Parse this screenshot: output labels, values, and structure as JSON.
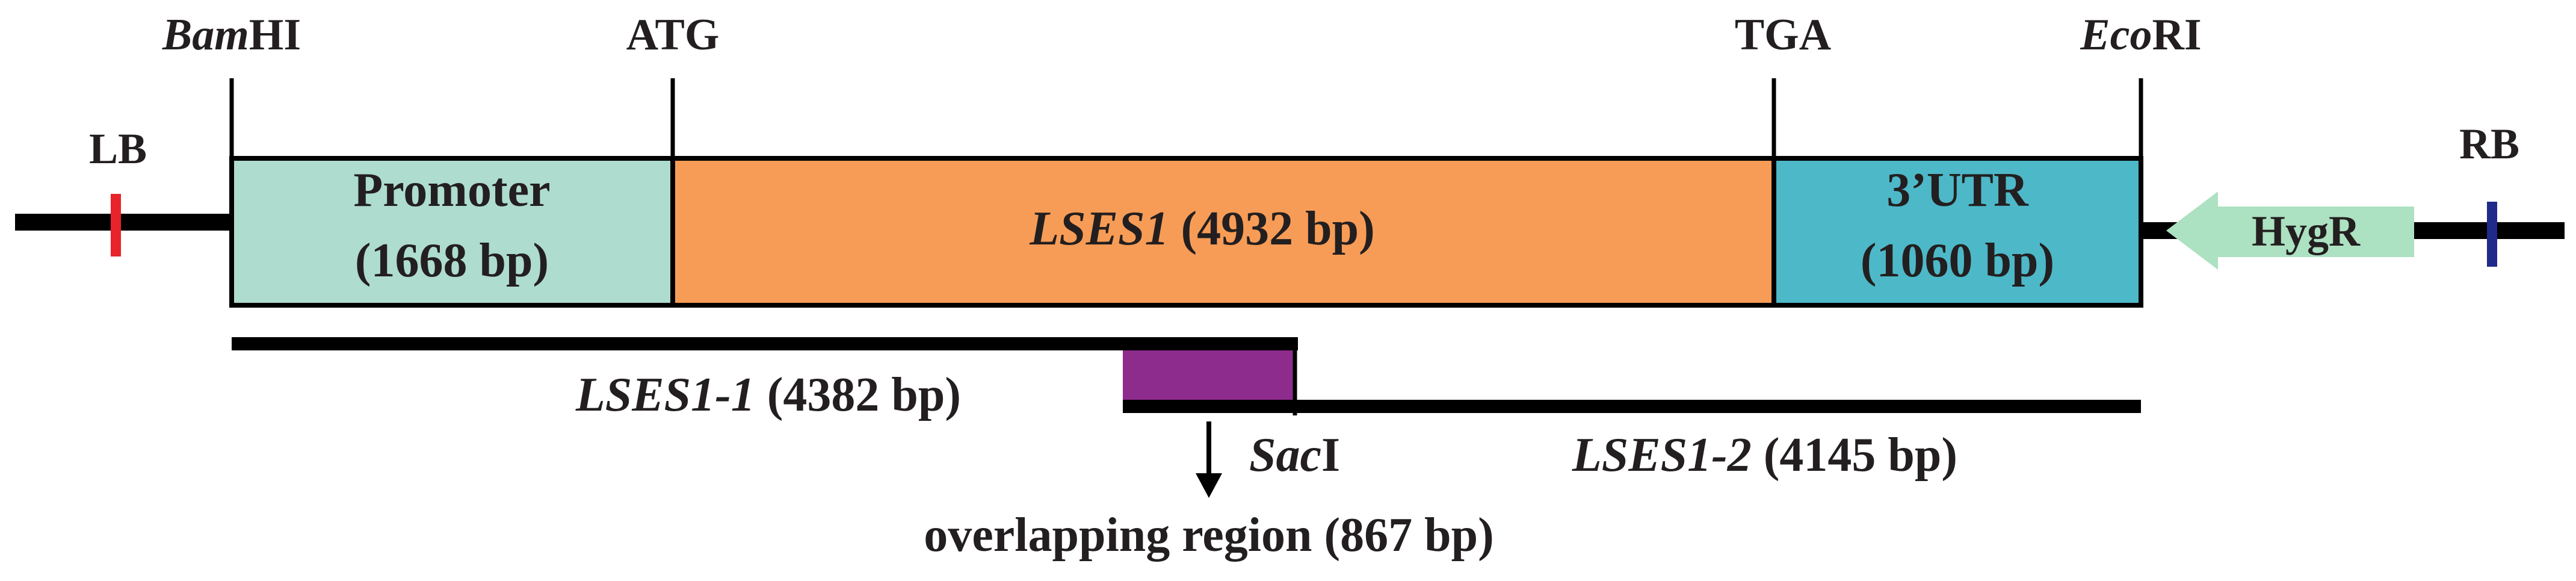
{
  "sites": {
    "bamhi": {
      "italic": "Bam",
      "rest": "HI"
    },
    "atg": "ATG",
    "tga": "TGA",
    "ecori": {
      "italic": "Eco",
      "rest": "RI"
    },
    "saci": {
      "italic": "Sac",
      "rest": "I"
    }
  },
  "borders": {
    "lb": "LB",
    "rb": "RB"
  },
  "regions": {
    "promoter": {
      "label": "Promoter",
      "size": "(1668 bp)",
      "color": "#aedccf"
    },
    "lses1": {
      "name": "LSES1",
      "size": "(4932 bp)",
      "color": "#f79c56"
    },
    "utr": {
      "label": "3’UTR",
      "size": "(1060 bp)",
      "color": "#4db8c8"
    }
  },
  "marker": {
    "label": "HygR",
    "color": "#ace1c1"
  },
  "fragments": {
    "f1": {
      "name": "LSES1-1",
      "size": "(4382 bp)"
    },
    "f2": {
      "name": "LSES1-2",
      "size": "(4145 bp)"
    }
  },
  "overlap": {
    "label": "overlapping region (867 bp)",
    "color": "#8e2c8e"
  },
  "colors": {
    "lb_mark": "#e8232a",
    "rb_mark": "#1f2a8a",
    "line": "#000000"
  }
}
